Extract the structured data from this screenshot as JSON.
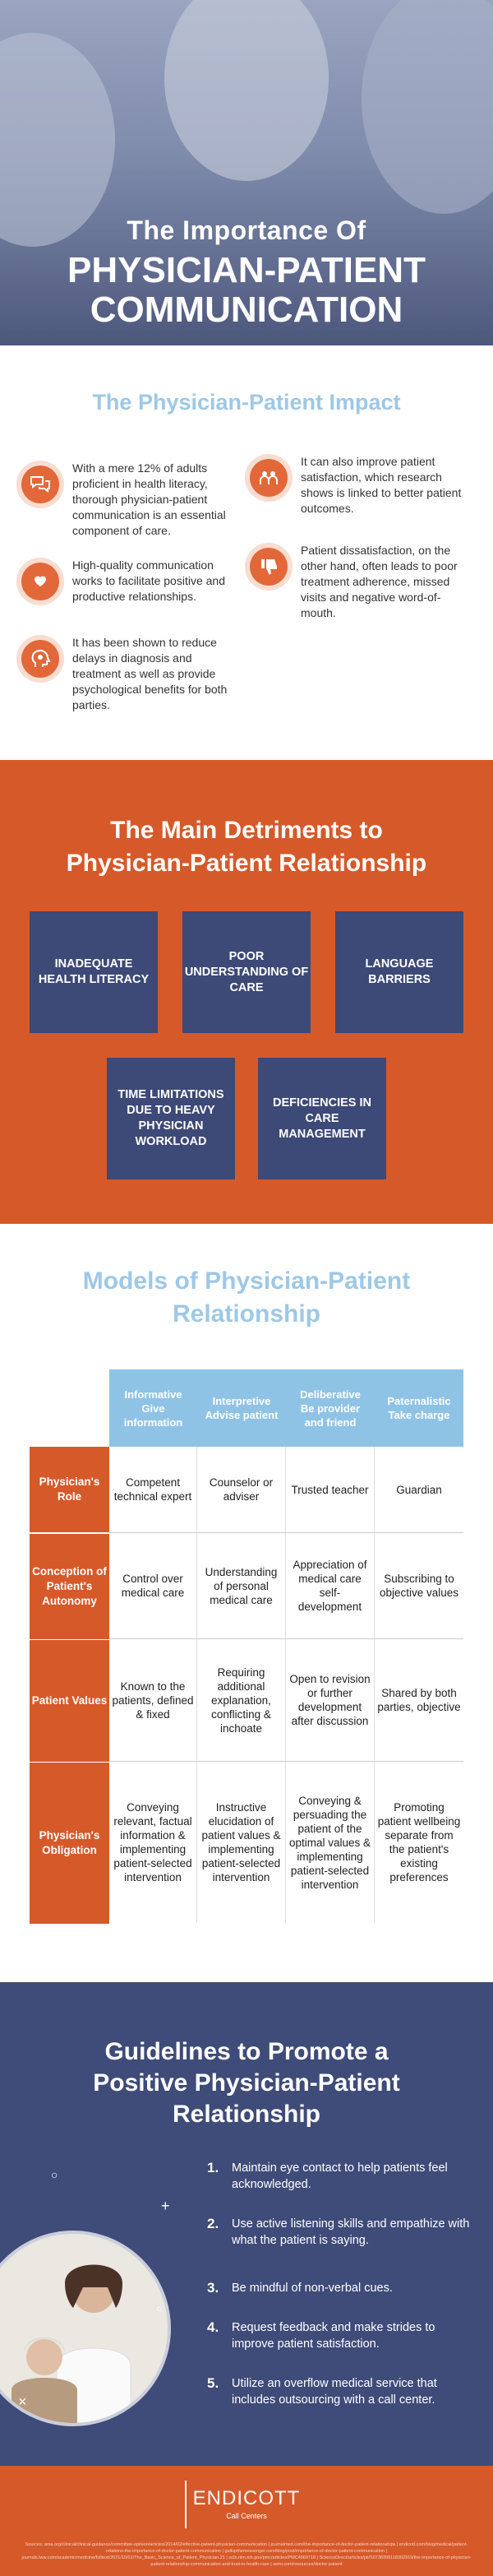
{
  "hero": {
    "title_line1": "The Importance Of",
    "title_line2": "PHYSICIAN-PATIENT",
    "title_line3": "COMMUNICATION"
  },
  "impact": {
    "title": "The Physician-Patient Impact",
    "items": [
      {
        "icon": "chat-bubbles-icon",
        "text": "With a mere 12% of adults proficient in health literacy, thorough physician-patient communication is an essential component of care."
      },
      {
        "icon": "hands-heart-icon",
        "text": "High-quality communication works to facilitate positive and productive relationships."
      },
      {
        "icon": "brain-head-icon",
        "text": "It has been shown to reduce delays in diagnosis and treatment as well as provide psychological benefits for both parties."
      },
      {
        "icon": "people-rating-icon",
        "text": "It can also improve patient satisfaction, which research shows is linked to better patient outcomes."
      },
      {
        "icon": "thumbs-down-icon",
        "text": "Patient dissatisfaction, on the other hand, often leads to poor treatment adherence, missed visits and negative word-of-mouth."
      }
    ]
  },
  "detriments": {
    "title_line1": "The Main Detriments to",
    "title_line2": "Physician-Patient Relationship",
    "boxes": [
      "INADEQUATE HEALTH LITERACY",
      "POOR UNDERSTANDING OF CARE",
      "LANGUAGE BARRIERS",
      "TIME LIMITATIONS DUE TO HEAVY PHYSICIAN WORKLOAD",
      "DEFICIENCIES IN CARE MANAGEMENT"
    ]
  },
  "models": {
    "title_line1": "Models of Physician-Patient",
    "title_line2": "Relationship",
    "columns": [
      {
        "name": "Informative",
        "sub": "Give information"
      },
      {
        "name": "Interpretive",
        "sub": "Advise patient"
      },
      {
        "name": "Deliberative",
        "sub": "Be provider and friend"
      },
      {
        "name": "Paternalistic",
        "sub": "Take charge"
      }
    ],
    "rows": [
      {
        "label": "Physician's Role",
        "cells": [
          "Competent technical expert",
          "Counselor or adviser",
          "Trusted teacher",
          "Guardian"
        ]
      },
      {
        "label": "Conception of Patient's Autonomy",
        "cells": [
          "Control over medical care",
          "Understanding of personal medical care",
          "Appreciation of medical care self-development",
          "Subscribing to objective values"
        ]
      },
      {
        "label": "Patient Values",
        "cells": [
          "Known to the patients, defined & fixed",
          "Requiring additional explanation, conflicting & inchoate",
          "Open to revision or further development after discussion",
          "Shared by both parties, objective"
        ]
      },
      {
        "label": "Physician's Obligation",
        "cells": [
          "Conveying relevant, factual information & implementing patient-selected intervention",
          "Instructive elucidation of patient values & implementing patient-selected intervention",
          "Conveying & persuading the patient of the optimal values & implementing patient-selected intervention",
          "Promoting patient wellbeing separate from the patient's existing preferences"
        ]
      }
    ]
  },
  "guidelines": {
    "title_line1": "Guidelines to Promote a",
    "title_line2": "Positive Physician-Patient",
    "title_line3": "Relationship",
    "items": [
      {
        "num": "1.",
        "text": "Maintain eye contact to help patients feel acknowledged."
      },
      {
        "num": "2.",
        "text": "Use active listening skills and empathize with what the patient is saying."
      },
      {
        "num": "3.",
        "text": "Be mindful of non-verbal cues."
      },
      {
        "num": "4.",
        "text": "Request feedback and make strides to improve patient satisfaction."
      },
      {
        "num": "5.",
        "text": "Utilize an overflow medical service that includes outsourcing with a call center."
      }
    ]
  },
  "footer": {
    "brand": "ENDICOTT",
    "brand_sub": "Call Centers",
    "sources": "Sources: ama.org/clinical/clinical-guidance/committee-opinion/articles/2014/02/effective-patient-physician-communication | journalmed.com/the-importance-of-doctor-patient-relationships | endicott.com/blog/medical/patient-relations-the-importance-of-doctor-patient-communication | gallupthemessenger.com/blog/post/importance-of-doctor-patient-communication | journals.lww.com/academicmedicine/fulltext/2021/10/01/The_Basic_Science_of_Patient_Physician.21 | ncbi.nlm.nih.gov/pmc/articles/PMC4969718 | ScienceDirect/articles/pii/S0738399118302919/the-importance-of-physician-patient-relationship-communication-and-trust-in-health-care | semi.com/resources/doctor-patient"
  },
  "colors": {
    "orange": "#d6592a",
    "navy": "#3f4b78",
    "light_blue": "#8fc3e6"
  }
}
